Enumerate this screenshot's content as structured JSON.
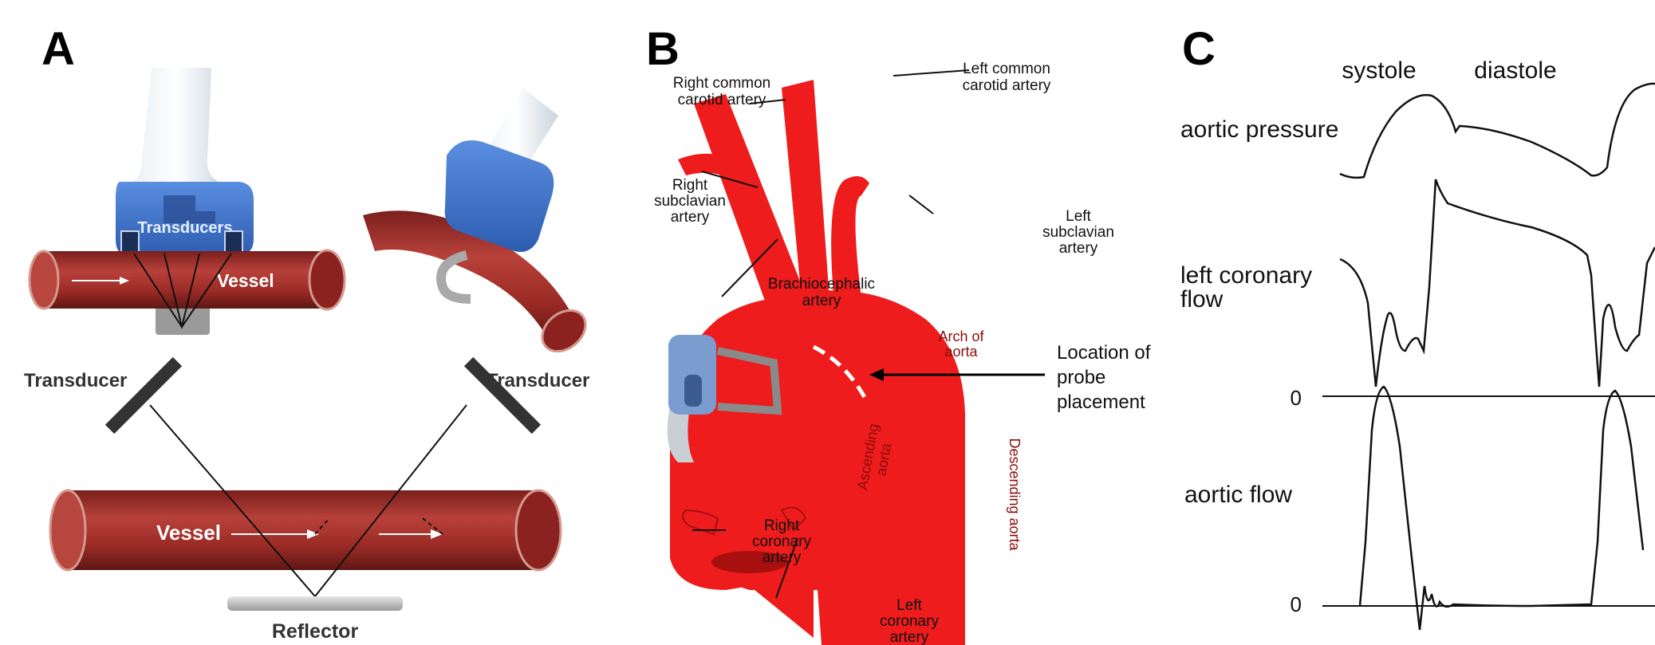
{
  "panels": {
    "a": {
      "letter": "A",
      "labels": {
        "transducers": "Transducers",
        "vessel_top": "Vessel",
        "transducer_left": "Transducer",
        "transducer_right": "Transducer",
        "vessel_bottom": "Vessel",
        "reflector": "Reflector"
      }
    },
    "b": {
      "letter": "B",
      "labels": {
        "right_common_carotid_l1": "Right common",
        "right_common_carotid_l2": "carotid artery",
        "left_common_carotid_l1": "Left common",
        "left_common_carotid_l2": "carotid artery",
        "right_subclavian_l1": "Right",
        "right_subclavian_l2": "subclavian",
        "right_subclavian_l3": "artery",
        "left_subclavian_l1": "Left",
        "left_subclavian_l2": "subclavian",
        "left_subclavian_l3": "artery",
        "brachiocephalic_l1": "Brachiocephalic",
        "brachiocephalic_l2": "artery",
        "arch_l1": "Arch of",
        "arch_l2": "aorta",
        "ascending_l1": "Ascending",
        "ascending_l2": "aorta",
        "descending": "Descending aorta",
        "right_coronary_l1": "Right",
        "right_coronary_l2": "coronary",
        "right_coronary_l3": "artery",
        "left_coronary_l1": "Left",
        "left_coronary_l2": "coronary",
        "left_coronary_l3": "artery",
        "probe_l1": "Location of",
        "probe_l2": "probe",
        "probe_l3": "placement"
      }
    },
    "c": {
      "letter": "C",
      "labels": {
        "systole": "systole",
        "diastole": "diastole",
        "aortic_pressure": "aortic pressure",
        "left_coronary_l1": "left coronary",
        "left_coronary_l2": "flow",
        "zero_1": "0",
        "aortic_flow": "aortic flow",
        "zero_2": "0"
      }
    }
  },
  "colors": {
    "aorta_red": "#ee1c1c",
    "vessel_red": "#a8302a",
    "transducer_blue": "#3f73c8",
    "probe_blue": "#7a9ccf"
  }
}
